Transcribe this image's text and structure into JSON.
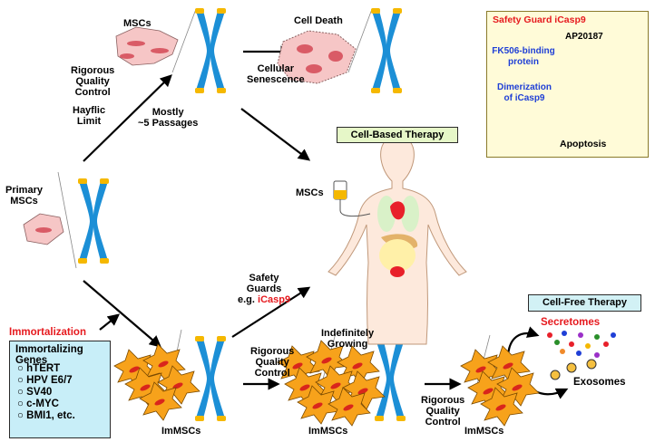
{
  "labels": {
    "mscs_top": "MSCs",
    "cell_death": "Cell Death",
    "rigorous_qc_top": "Rigorous\nQuality\nControl",
    "hayflic_limit": "Hayflic\nLimit",
    "mostly_passages": "Mostly\n~5 Passages",
    "cellular_senescence": "Cellular\nSenescence",
    "primary_mscs": "Primary\nMSCs",
    "mscs_body": "MSCs",
    "safety_guards_prefix": "Safety\nGuards\ne.g. ",
    "safety_guards_icasp9": "iCasp9",
    "immortalization": "Immortalization",
    "immscs_1": "ImMSCs",
    "immscs_2": "ImMSCs",
    "immscs_3": "ImMSCs",
    "rigorous_qc_mid": "Rigorous\nQuality\nControl",
    "indefinitely_growing": "Indefinitely\nGrowing",
    "rigorous_qc_bottom": "Rigorous\nQuality\nControl",
    "secretomes": "Secretomes",
    "exosomes": "Exosomes"
  },
  "cell_based_therapy": "Cell-Based Therapy",
  "cell_free_therapy": "Cell-Free Therapy",
  "safety_guard": {
    "title": "Safety Guard iCasp9",
    "ap": "AP20187",
    "fk": "FK506-binding\nprotein",
    "dimer": "Dimerization\nof iCasp9",
    "apoptosis": "Apoptosis"
  },
  "genes": {
    "title": "Immortalizing\nGenes",
    "items": [
      "hTERT",
      "HPV E6/7",
      "SV40",
      "c-MYC",
      "BMI1, etc."
    ],
    "bullet": "○"
  },
  "colors": {
    "chromosome": "#1c8fd6",
    "telomere": "#f5b800",
    "immscs_cell": "#f7a21b",
    "msc_cell": "#f6c6c6",
    "red_text": "#e6191e",
    "blue_text": "#1f3fd6",
    "cell_based_box": "#e6f7c8",
    "cell_free_box": "#d2f1f5",
    "genes_box": "#c8eef8",
    "safety_box": "#fffbd8"
  }
}
